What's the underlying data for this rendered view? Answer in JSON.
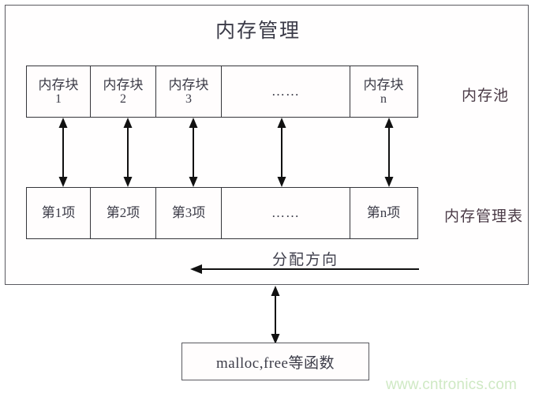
{
  "diagram": {
    "title": "内存管理",
    "memory_pool": {
      "label": "内存池",
      "cells": [
        {
          "main": "内存块",
          "sub": "1"
        },
        {
          "main": "内存块",
          "sub": "2"
        },
        {
          "main": "内存块",
          "sub": "3"
        },
        {
          "main": "……",
          "sub": ""
        },
        {
          "main": "内存块",
          "sub": "n"
        }
      ]
    },
    "memory_table": {
      "label": "内存管理表",
      "cells": [
        {
          "main": "第1项",
          "sub": ""
        },
        {
          "main": "第2项",
          "sub": ""
        },
        {
          "main": "第3项",
          "sub": ""
        },
        {
          "main": "……",
          "sub": ""
        },
        {
          "main": "第n项",
          "sub": ""
        }
      ]
    },
    "allocation": {
      "label": "分配方向",
      "direction": "left"
    },
    "function_box": {
      "label": "malloc,free等函数"
    },
    "link_arrow": {
      "name": "bidirectional-arrow"
    },
    "watermark": "www.cntronics.com",
    "colors": {
      "outline": "#5a5a60",
      "cell_border": "#35353a",
      "text": "#3c3c48",
      "watermark": "#cfe9c4",
      "background": "#ffffff"
    }
  }
}
